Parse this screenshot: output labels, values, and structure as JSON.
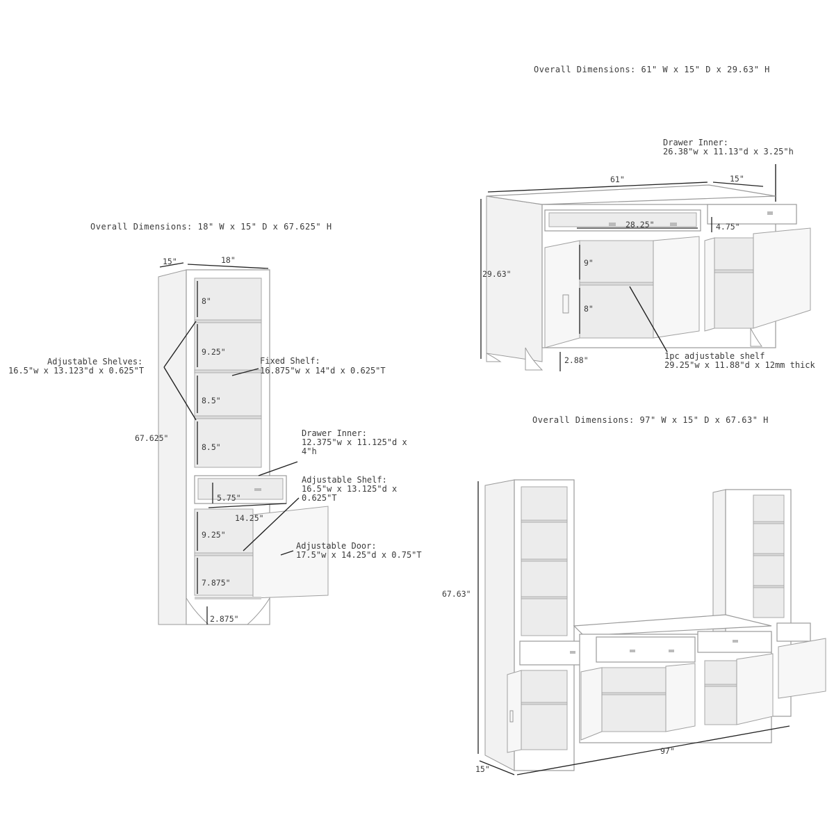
{
  "tall_cabinet": {
    "title": "Overall Dimensions: 18\" W x 15\" D x 67.625\" H",
    "dims": {
      "depth": "15\"",
      "width": "18\"",
      "height": "67.625\"",
      "s1": "8\"",
      "s2": "9.25\"",
      "s3": "8.5\"",
      "s4": "8.5\"",
      "drawer_h": "5.75\"",
      "drawer_w": "14.25\"",
      "s5": "9.25\"",
      "s6": "7.875\"",
      "leg": "2.875\""
    },
    "adjustable_shelves": {
      "title": "Adjustable Shelves:",
      "spec": "16.5\"w x 13.123\"d x 0.625\"T"
    },
    "fixed_shelf": {
      "title": "Fixed Shelf:",
      "spec": "16.875\"w x 14\"d x 0.625\"T"
    },
    "drawer_inner": {
      "title": "Drawer Inner:",
      "line1": "12.375\"w x 11.125\"d x",
      "line2": "4\"h"
    },
    "adjustable_shelf": {
      "title": "Adjustable Shelf:",
      "line1": "16.5\"w x 13.125\"d x",
      "line2": "0.625\"T"
    },
    "adjustable_door": {
      "title": "Adjustable Door:",
      "spec": "17.5\"w x 14.25\"d x 0.75\"T"
    }
  },
  "sideboard": {
    "title": "Overall Dimensions: 61\" W x 15\" D x 29.63\" H",
    "drawer_inner": {
      "title": "Drawer Inner:",
      "spec": "26.38\"w x 11.13\"d x 3.25\"h"
    },
    "dims": {
      "width": "61\"",
      "depth": "15\"",
      "drawer_w": "28.25\"",
      "drawer_h": "4.75\"",
      "height": "29.63\"",
      "s1": "9\"",
      "s2": "8\"",
      "leg": "2.88\""
    },
    "shelf_note": {
      "line1": "1pc adjustable shelf",
      "line2": "29.25\"w x 11.88\"d x 12mm thick"
    }
  },
  "full_set": {
    "title": "Overall Dimensions: 97\" W x 15\" D x 67.63\" H",
    "dims": {
      "height": "67.63\"",
      "width": "97\"",
      "depth": "15\""
    }
  },
  "colors": {
    "line": "#222222",
    "cabinet_stroke": "#9a9a9a",
    "text": "#3a3a3a"
  }
}
